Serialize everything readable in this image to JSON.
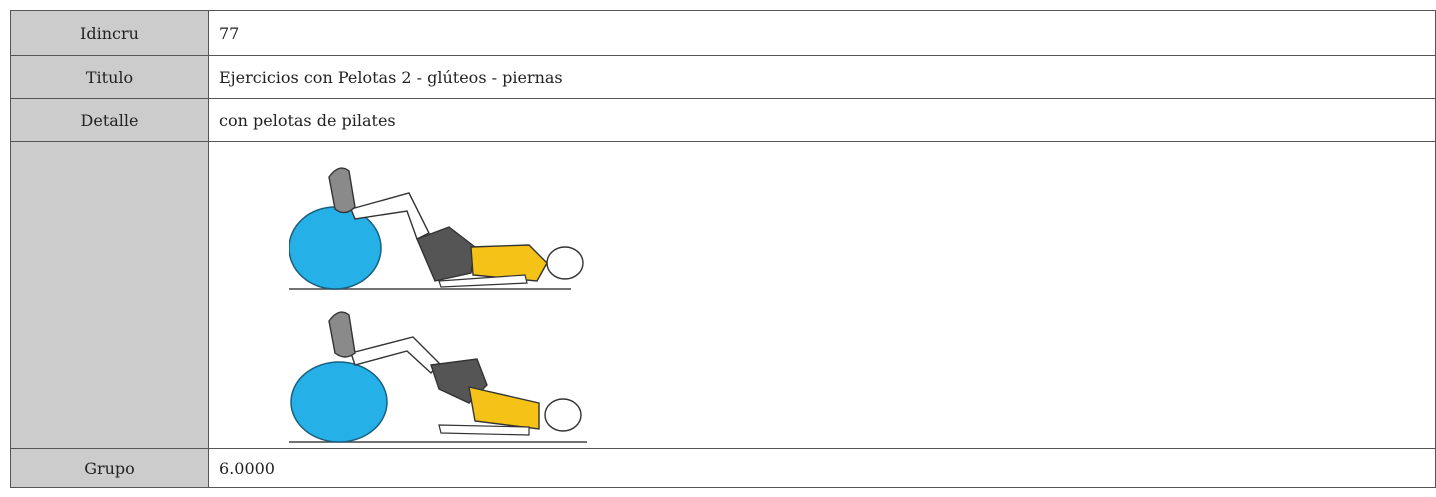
{
  "rows": [
    {
      "label": "Idincru",
      "value": "77"
    },
    {
      "label": "Titulo",
      "value": "Ejercicios con Pelotas 2 - glúteos - piernas"
    },
    {
      "label": "Detalle",
      "value": "con pelotas de pilates"
    },
    {
      "label": "",
      "image_icon": "exercise-illustration"
    },
    {
      "label": "Grupo",
      "value": "6.0000"
    }
  ],
  "colors": {
    "label_bg": "#cccccc",
    "border": "#555555",
    "ball": "#25b1e8",
    "shirt": "#f5c218",
    "shorts": "#555555"
  }
}
